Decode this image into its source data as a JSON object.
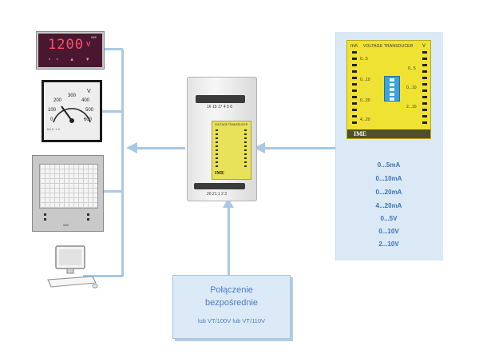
{
  "transducer": {
    "title": "VOLTAGE TRANSDUCER",
    "unit_left": "mA",
    "unit_right": "V",
    "labels_left": [
      "0...5",
      "0...10",
      "0...20",
      "4...20"
    ],
    "labels_right": [
      "0...5",
      "0...10",
      "2...10"
    ],
    "logo": "IME"
  },
  "ranges": [
    "0...5mA",
    "0...10mA",
    "0...20mA",
    "4...20mA",
    "0...5V",
    "0...10V",
    "2...10V"
  ],
  "callout": {
    "line1": "Połączenie",
    "line2": "bezpośrednie",
    "line3": "lub VT/100V lub VT/110V"
  },
  "digital_meter": {
    "value": "1200",
    "unit": "V",
    "brand": "IME",
    "buttons": "∘∘ ▲ ▼"
  },
  "analog_meter": {
    "scale": [
      "0",
      "100",
      "200",
      "300",
      "400",
      "500",
      "600"
    ],
    "unit": "V",
    "footer": "Bo IL 1.5"
  },
  "recorder": {
    "brand": "IME"
  },
  "module": {
    "terminals_top": "16 15 17 4 5 6",
    "terminals_bottom": "20 21 1 2 3",
    "face_title": "VOLTAGE TRANSDUCER",
    "logo": "IME"
  },
  "colors": {
    "wire": "#a9c8e6",
    "range_text": "#3a73b5",
    "panel": "#dbe8f6",
    "transducer": "#f0e232"
  }
}
